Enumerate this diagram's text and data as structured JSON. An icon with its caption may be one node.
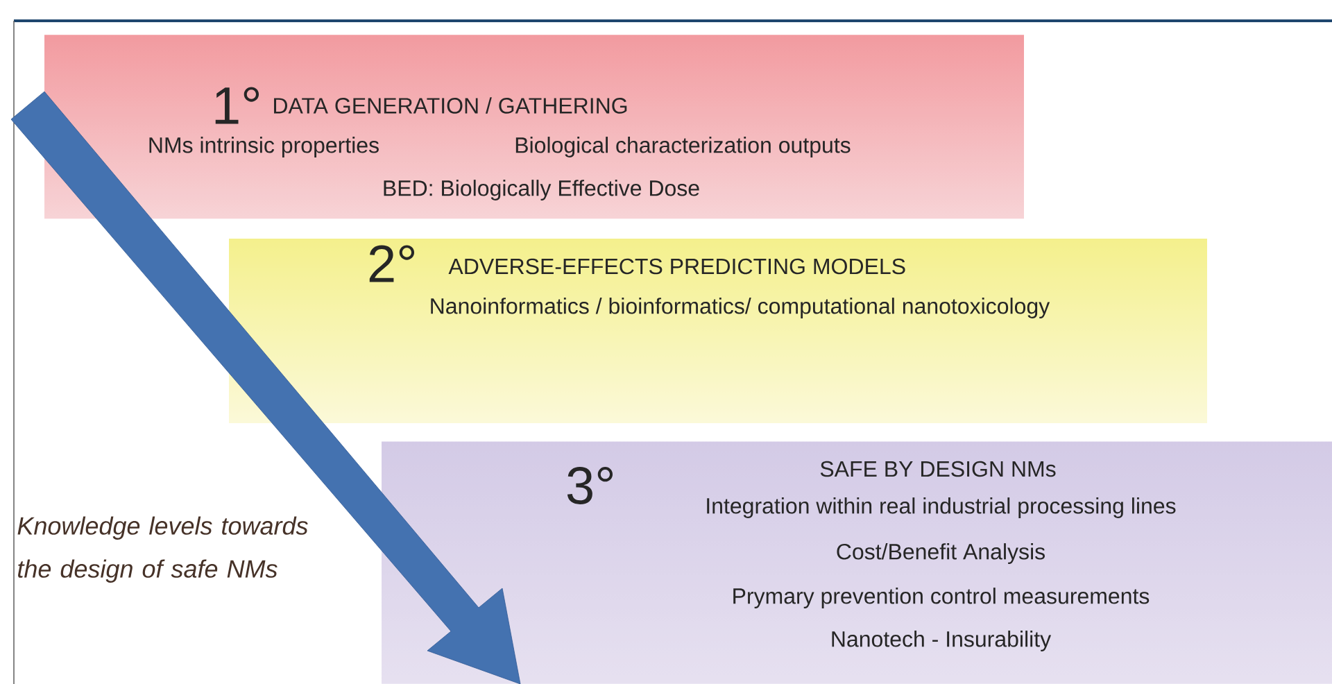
{
  "diagram": {
    "nodes": [
      {
        "text": [
          "1°",
          "DATA GENERATION / GATHERING",
          "NMs intrinsic properties",
          "Biological characterization outputs",
          "BED: Biologically Effective Dose"
        ]
      },
      {
        "text": [
          "2°",
          "ADVERSE-EFFECTS PREDICTING MODELS",
          "Nanoinformatics / bioinformatics/ computational nanotoxicology"
        ]
      },
      {
        "text": [
          "3°",
          "SAFE BY DESIGN NMs",
          "Integration within real industrial processing lines",
          "Cost/Benefit Analysis",
          "Prymary prevention control measurements",
          "Nanotech - Insurability"
        ]
      }
    ],
    "labels": [
      "Knowledge levels towards the design of safe NMs"
    ]
  }
}
